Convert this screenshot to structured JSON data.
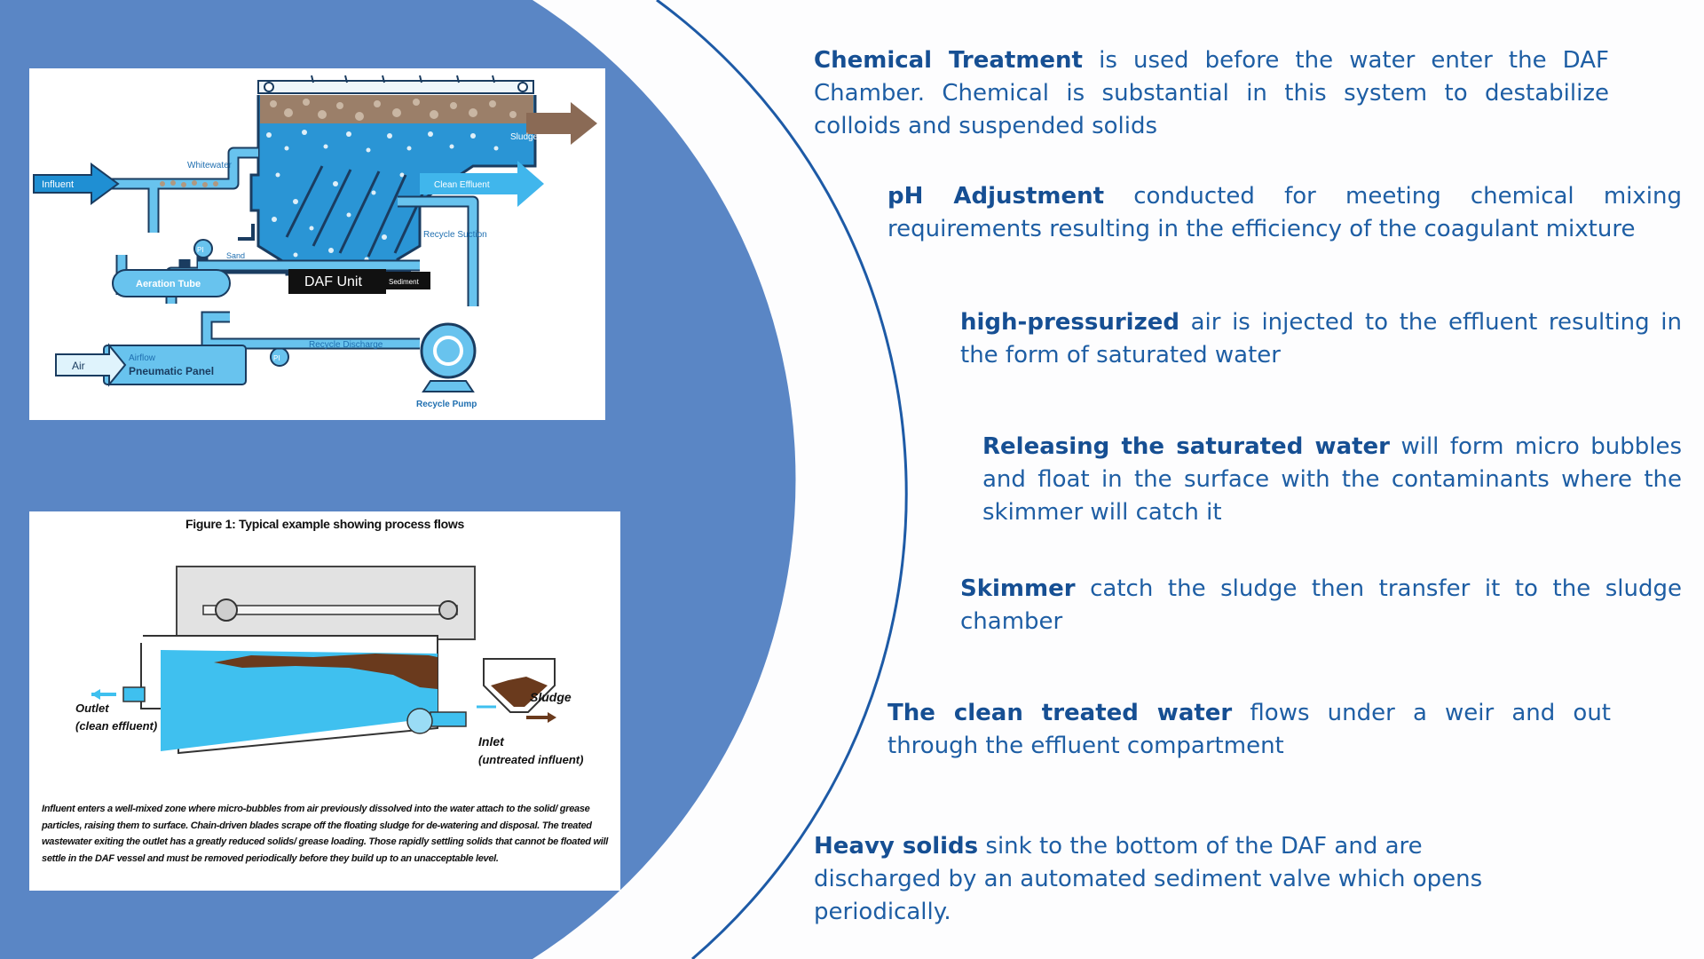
{
  "colors": {
    "circle_blue": "#5a86c5",
    "arc_line": "#1d5aa6",
    "heading_text": "#164f93",
    "body_text": "#1e5ea4",
    "daf_water": "#3aa8e0",
    "sludge_brown": "#8a6a55"
  },
  "figure1": {
    "labels": {
      "influent": "Influent",
      "whitewater": "Whitewater",
      "sludge": "Sludge",
      "clean_effluent": "Clean Effluent",
      "recycle_suction": "Recycle Suction",
      "sand": "Sand",
      "pi_top": "PI",
      "pi_bottom": "PI",
      "aeration_tube": "Aeration Tube",
      "daf_unit": "DAF Unit",
      "sediment": "Sediment",
      "recycle_discharge": "Recycle Discharge",
      "airflow": "Airflow",
      "pneumatic_panel": "Pneumatic Panel",
      "air": "Air",
      "recycle_pump": "Recycle Pump"
    }
  },
  "figure2": {
    "title": "Figure 1: Typical example showing process flows",
    "labels": {
      "outlet": "Outlet",
      "outlet_sub": "(clean effluent)",
      "sludge": "Sludge",
      "inlet": "Inlet",
      "inlet_sub": "(untreated influent)"
    },
    "caption": "Influent enters a well-mixed zone where micro-bubbles from air previously dissolved into the water attach to the solid/ grease particles, raising them to surface. Chain-driven blades scrape off the floating sludge for de-watering and disposal. The treated wastewater exiting the outlet has a greatly reduced solids/ grease loading. Those rapidly settling solids that cannot be floated will settle in the DAF vessel and must be removed periodically before they build up to an unacceptable level."
  },
  "steps": [
    {
      "bold": "Chemical  Treatment",
      "text": " is used before the water enter the DAF Chamber. Chemical is substantial in this system to destabilize colloids and suspended solids"
    },
    {
      "bold": "pH Adjustment",
      "text": " conducted for meeting chemical mixing requirements resulting in the efficiency of  the coagulant mixture"
    },
    {
      "bold": "high-pressurized",
      "text": " air is injected to the effluent resulting in the form of saturated water"
    },
    {
      "bold": "Releasing the saturated water",
      "text": " will form micro bubbles and float in the surface with the contaminants where the skimmer will catch it"
    },
    {
      "bold": "Skimmer",
      "text": " catch the sludge then transfer it to the sludge chamber"
    },
    {
      "bold": "The clean treated water",
      "text": " flows under a weir and out through the effluent compartment"
    },
    {
      "bold": "Heavy solids",
      "text": " sink to the bottom of the DAF and are discharged by an automated sediment valve which opens periodically."
    }
  ]
}
